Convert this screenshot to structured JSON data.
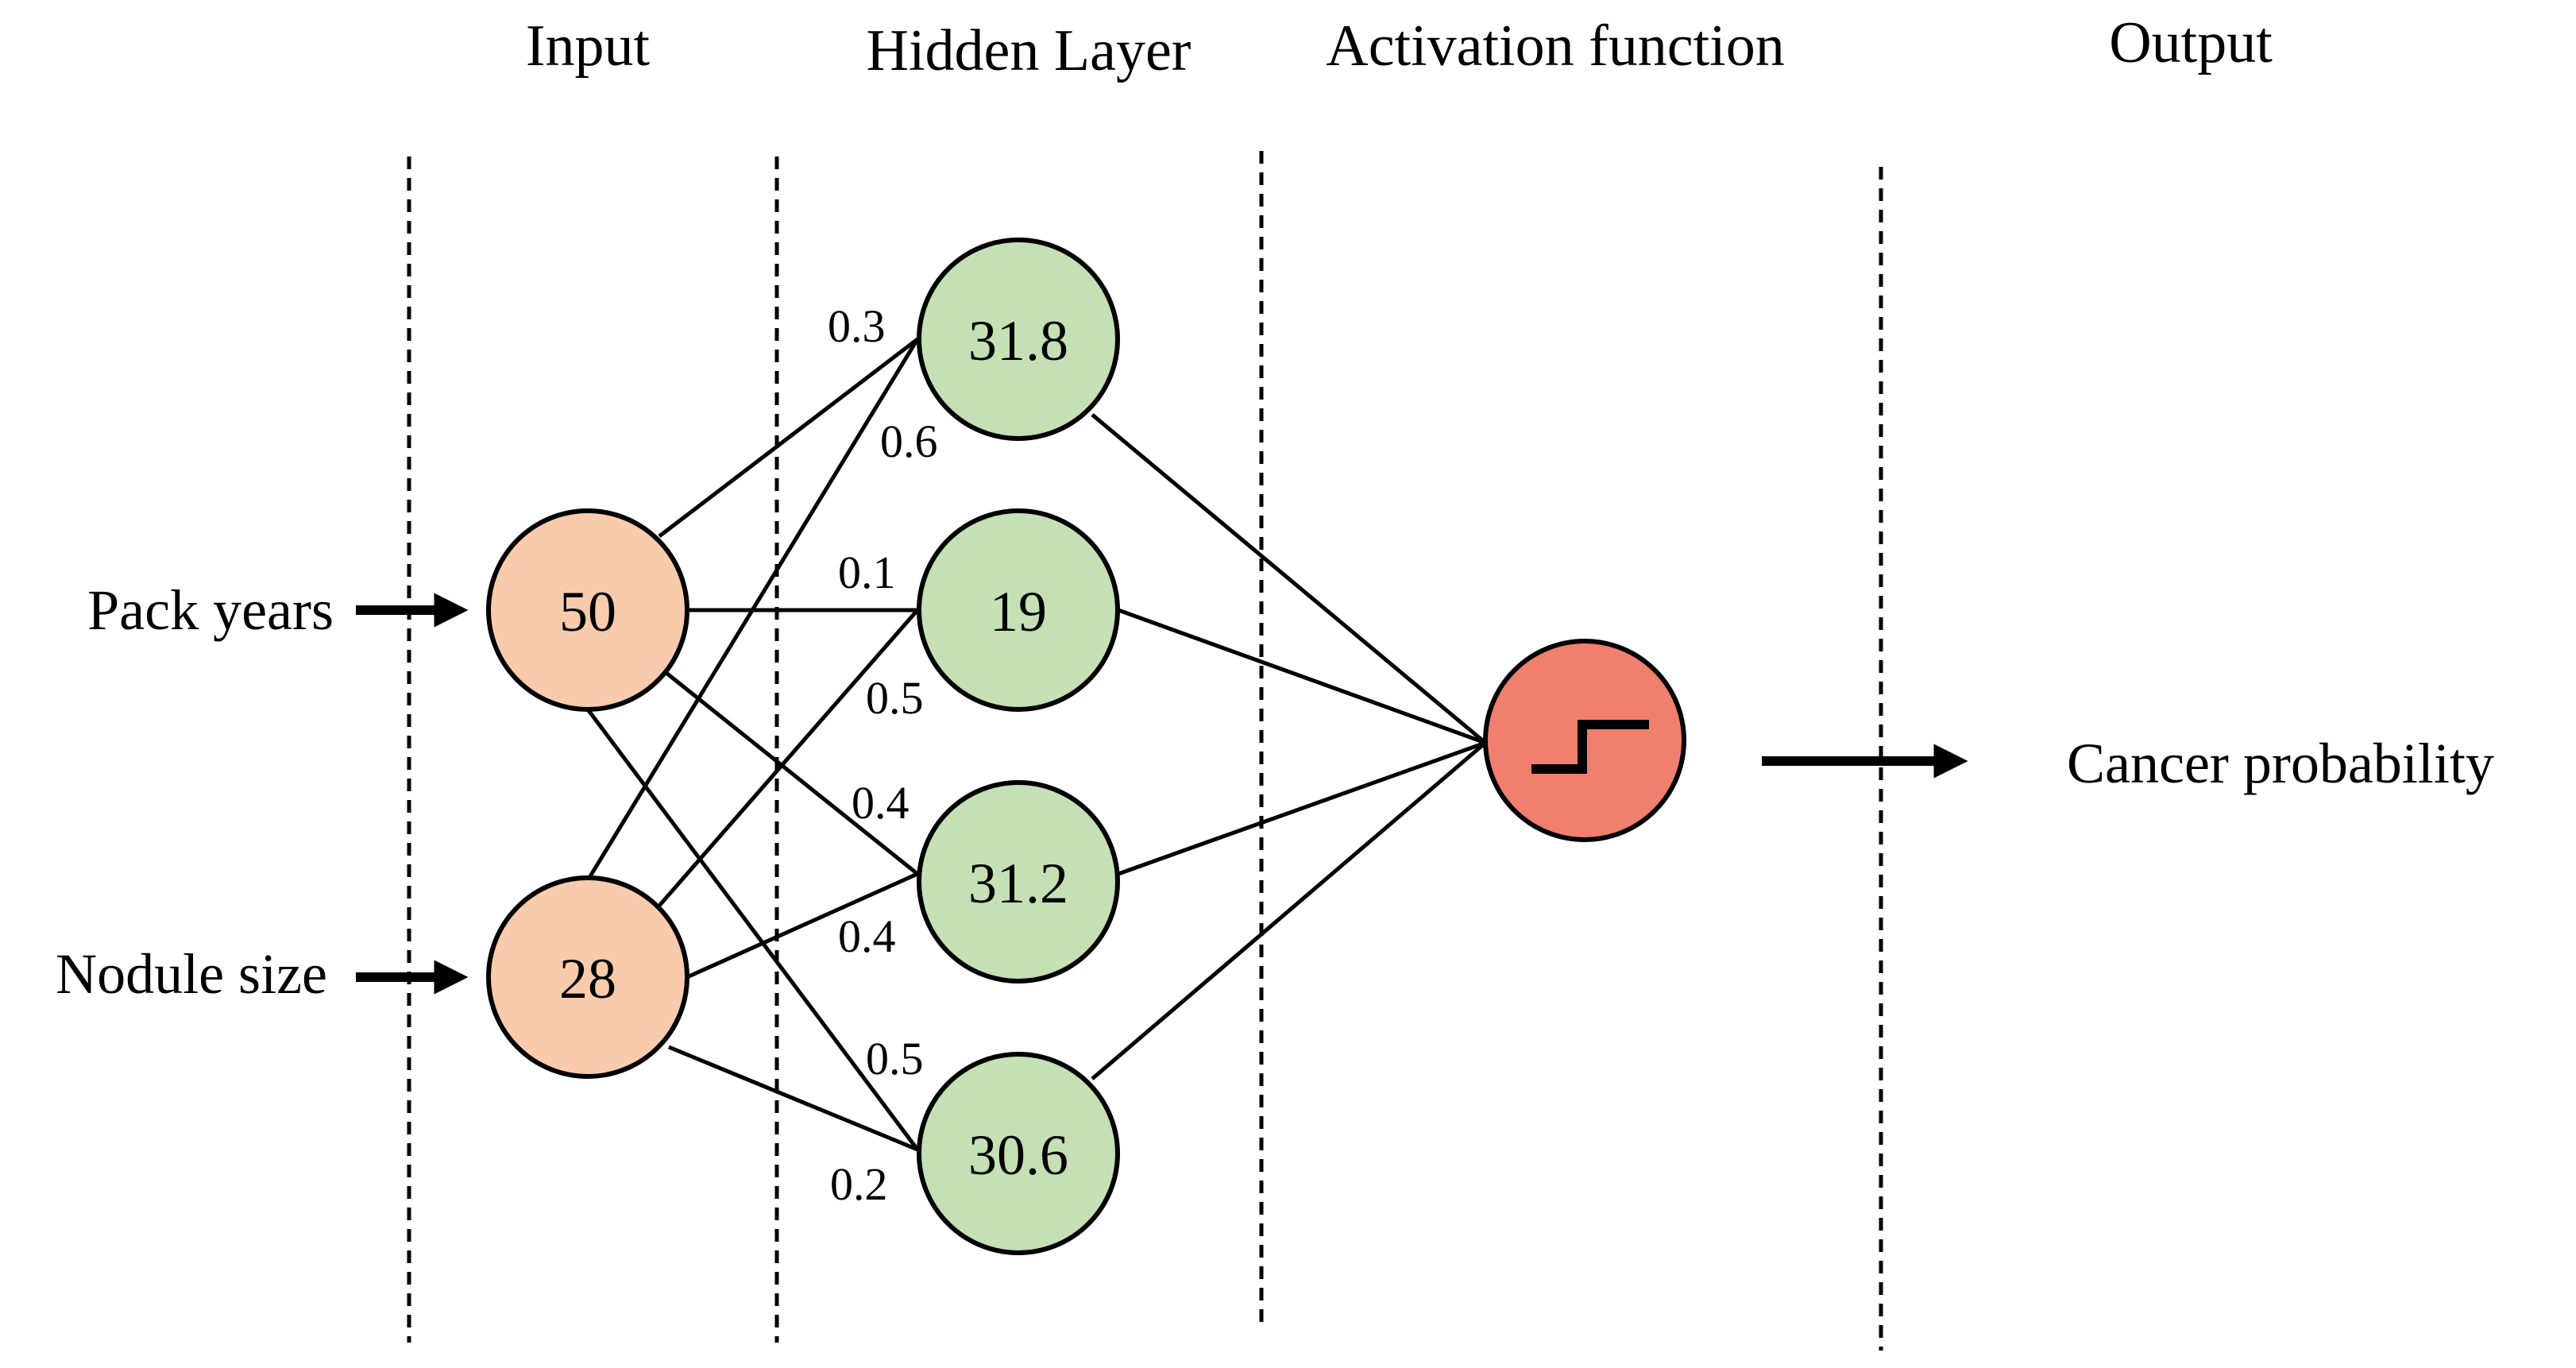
{
  "headers": {
    "input": "Input",
    "hidden": "Hidden Layer",
    "activation": "Activation function",
    "output": "Output"
  },
  "features": [
    "Pack years",
    "Nodule size"
  ],
  "input_nodes": [
    "50",
    "28"
  ],
  "hidden_nodes": [
    "31.8",
    "19",
    "31.2",
    "30.6"
  ],
  "weights": [
    "0.3",
    "0.6",
    "0.1",
    "0.5",
    "0.4",
    "0.4",
    "0.5",
    "0.2"
  ],
  "output_label": "Cancer probability",
  "activation_icon": "step-function-icon",
  "colors": {
    "input_node": "#F8CBAD",
    "hidden_node": "#C5E0B4",
    "activation_node": "#F07F6E"
  }
}
